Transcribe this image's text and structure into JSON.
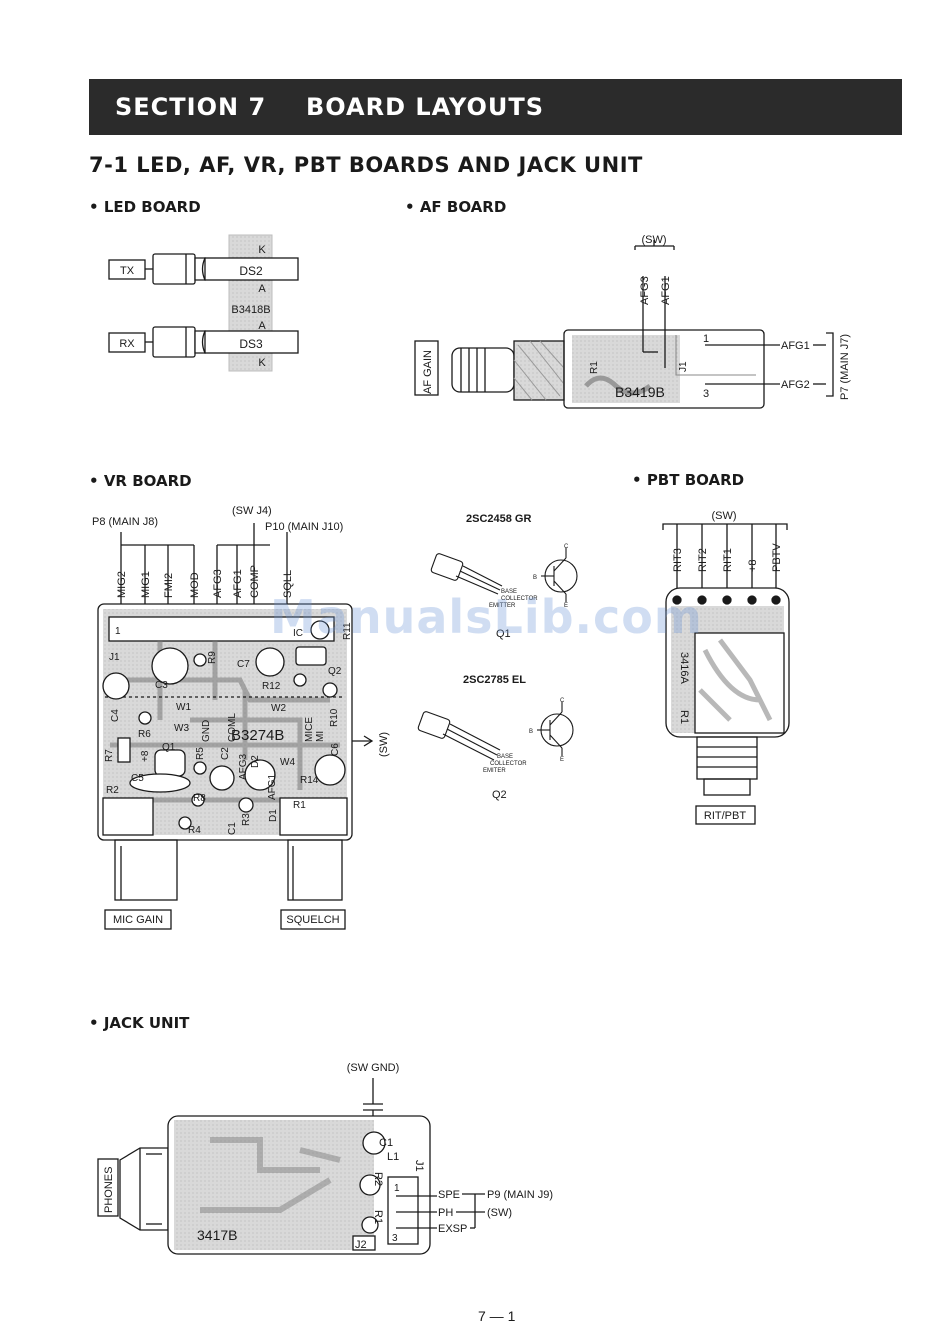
{
  "section": {
    "number": "SECTION  7",
    "title": "BOARD LAYOUTS"
  },
  "subsection": "7-1  LED, AF, VR, PBT BOARDS AND JACK UNIT",
  "led": {
    "heading": "LED BOARD",
    "tx": "TX",
    "rx": "RX",
    "ds2": "DS2",
    "ds3": "DS3",
    "k": "K",
    "a": "A",
    "board": "B3418B"
  },
  "af": {
    "heading": "AF BOARD",
    "sw": "(SW)",
    "afg3": "AFG3",
    "afg1": "AFG1",
    "knob": "AF GAIN",
    "board": "B3419B",
    "r1": "R1",
    "j1": "J1",
    "pin1": "1",
    "pin3": "3",
    "out1": "AFG1",
    "out2": "AFG2",
    "main": "P7 (MAIN J7)"
  },
  "vr": {
    "heading": "VR BOARD",
    "p8": "P8 (MAIN J8)",
    "swj4": "(SW J4)",
    "p10": "P10 (MAIN J10)",
    "pins": [
      "MIG2",
      "MIG1",
      "FMI2",
      "MOD",
      "AFG3",
      "AFG1",
      "COMP",
      "SQLL"
    ],
    "board": "B3274B",
    "sw": "(SW)",
    "knob1": "MIC GAIN",
    "knob2": "SQUELCH",
    "comps": [
      "J1",
      "C3",
      "R9",
      "C7",
      "R12",
      "Q2",
      "C4",
      "W1",
      "W3",
      "W2",
      "R6",
      "GND",
      "COML",
      "MICE",
      "MI",
      "R10",
      "R7",
      "+8",
      "Q1",
      "R5",
      "C2",
      "C6",
      "C5",
      "AFG3",
      "D2",
      "W4",
      "R14",
      "R2",
      "R8",
      "R3",
      "AFG1",
      "R4",
      "C1",
      "D1",
      "R1",
      "IC",
      "R11",
      "1"
    ]
  },
  "q1": {
    "part": "2SC2458  GR",
    "legend": [
      "BASE",
      "COLLECTOR",
      "EMITTER"
    ],
    "label": "Q1",
    "pins": [
      "C",
      "B",
      "E"
    ]
  },
  "q2": {
    "part": "2SC2785  EL",
    "legend": [
      "BASE",
      "COLLECTOR",
      "EMITER"
    ],
    "label": "Q2",
    "pins": [
      "C",
      "B",
      "E"
    ]
  },
  "pbt": {
    "heading": "PBT BOARD",
    "sw": "(SW)",
    "pins": [
      "RIT3",
      "RIT2",
      "RIT1",
      "+8",
      "PBTV"
    ],
    "board": "3416A",
    "r1": "R1",
    "knob": "RIT/PBT"
  },
  "jack": {
    "heading": "JACK UNIT",
    "swgnd": "(SW GND)",
    "phones": "PHONES",
    "board": "3417B",
    "comps": [
      "C1",
      "L1",
      "J1",
      "R2",
      "R1",
      "J2"
    ],
    "pin1": "1",
    "pin3": "3",
    "spe": "SPE",
    "ph": "PH",
    "exsp": "EXSP",
    "p9": "P9 (MAIN J9)",
    "sw": "(SW)"
  },
  "watermark": "ManualsLib.com",
  "page_number": "7 — 1"
}
